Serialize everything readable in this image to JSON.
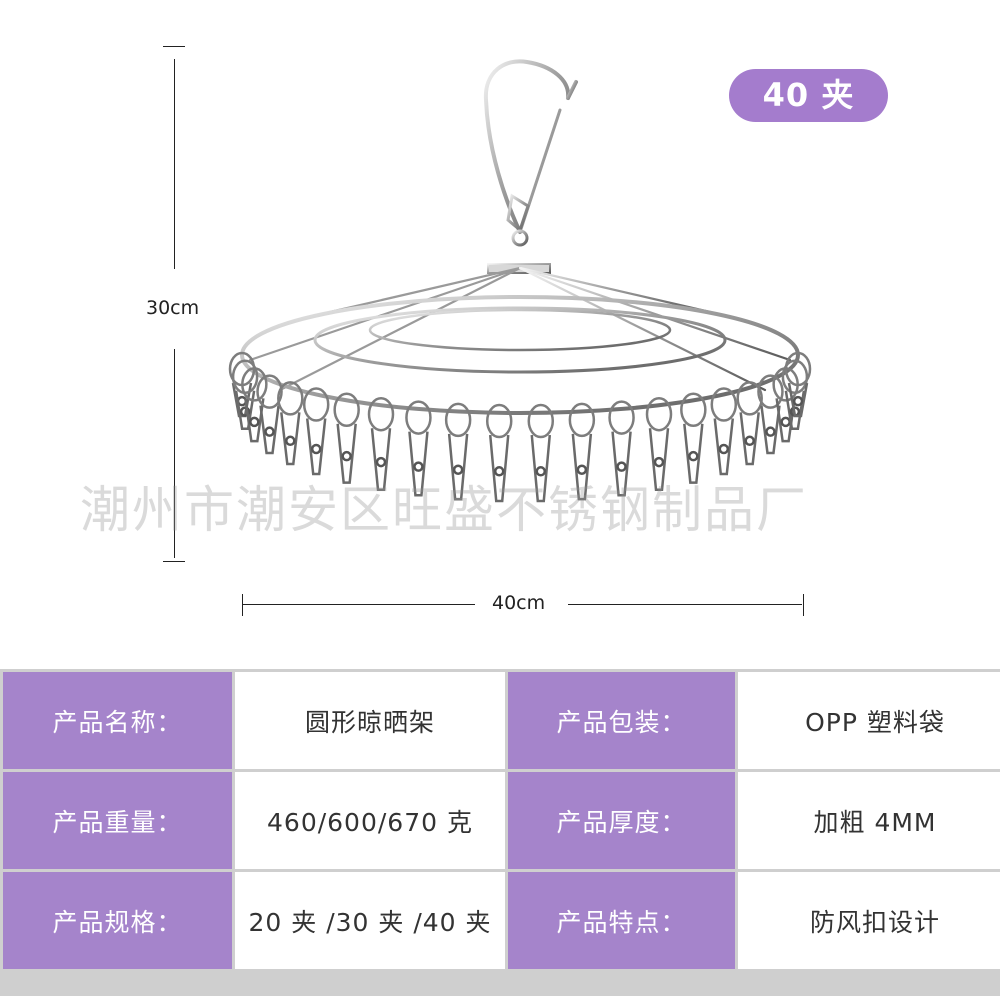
{
  "badge": {
    "text": "40 夹"
  },
  "watermark": {
    "text": "潮州市潮安区旺盛不锈钢制品厂"
  },
  "dimensions": {
    "height_label": "30cm",
    "width_label": "40cm"
  },
  "specs": {
    "name_label": "产品名称：",
    "name_value": "圆形晾晒架",
    "packaging_label": "产品包装：",
    "packaging_value": "OPP 塑料袋",
    "weight_label": "产品重量：",
    "weight_value": "460/600/670 克",
    "thickness_label": "产品厚度：",
    "thickness_value": "加粗 4MM",
    "spec_label": "产品规格：",
    "spec_value": "20 夹 /30 夹 /40 夹",
    "feature_label": "产品特点：",
    "feature_value": "防风扣设计"
  },
  "colors": {
    "accent": "#a584cb",
    "badge": "#a47ccd",
    "border": "#cfcfcf"
  }
}
